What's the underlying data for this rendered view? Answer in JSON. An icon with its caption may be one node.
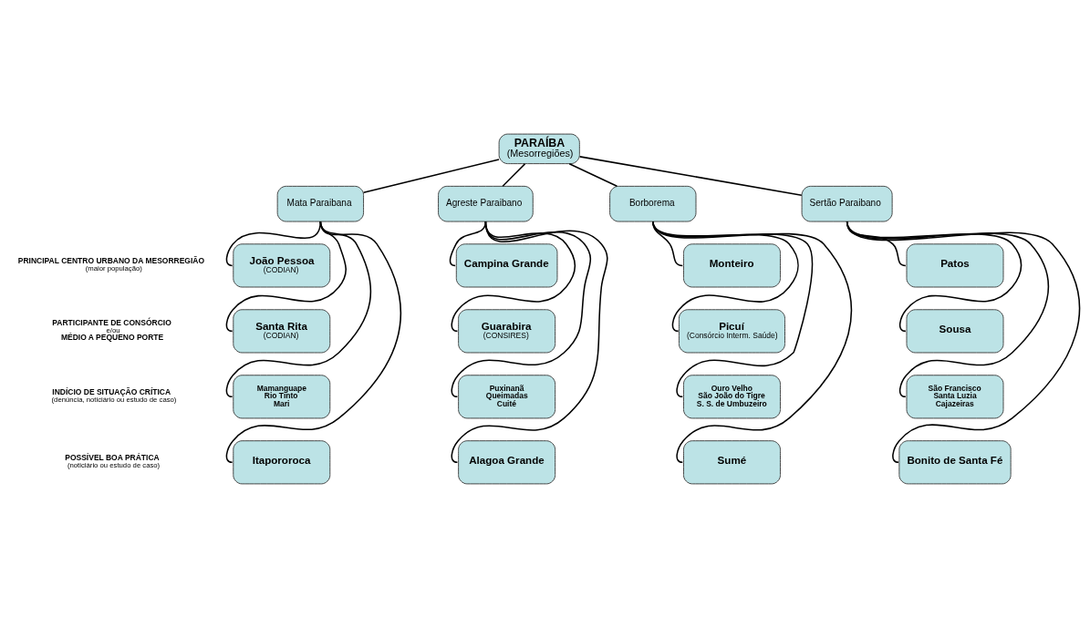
{
  "diagram": {
    "nodes": [
      {
        "text": [
          "PARAÍBA",
          "(Mesorregiões)"
        ]
      },
      {
        "text": [
          "Mata Paraibana"
        ]
      },
      {
        "text": [
          "Agreste Paraibano"
        ]
      },
      {
        "text": [
          "Borborema"
        ]
      },
      {
        "text": [
          "Sertão Paraibano"
        ]
      },
      {
        "text": [
          "João Pessoa",
          "(CODIAN)"
        ]
      },
      {
        "text": [
          "Santa Rita",
          "(CODIAN)"
        ]
      },
      {
        "text": [
          "Mamanguape",
          "Rio Tinto",
          "Mari"
        ]
      },
      {
        "text": [
          "Itapororoca"
        ]
      },
      {
        "text": [
          "Campina Grande"
        ]
      },
      {
        "text": [
          "Guarabira",
          "(CONSIRES)"
        ]
      },
      {
        "text": [
          "Puxinanã",
          "Queimadas",
          "Cuité"
        ]
      },
      {
        "text": [
          "Alagoa Grande"
        ]
      },
      {
        "text": [
          "Monteiro"
        ]
      },
      {
        "text": [
          "Picuí",
          "(Consórcio Interm. Saúde)"
        ]
      },
      {
        "text": [
          "Ouro Velho",
          "São João do Tigre",
          "S. S. de Umbuzeiro"
        ]
      },
      {
        "text": [
          "Sumé"
        ]
      },
      {
        "text": [
          "Patos"
        ]
      },
      {
        "text": [
          "Sousa"
        ]
      },
      {
        "text": [
          "São Francisco",
          "Santa Luzia",
          "Cajazeiras"
        ]
      },
      {
        "text": [
          "Bonito de Santa Fé"
        ]
      }
    ],
    "edges": [
      {
        "from": 0,
        "to": 1,
        "arrow": "none"
      },
      {
        "from": 0,
        "to": 2,
        "arrow": "none"
      },
      {
        "from": 0,
        "to": 3,
        "arrow": "none"
      },
      {
        "from": 0,
        "to": 4,
        "arrow": "none"
      },
      {
        "from": 1,
        "to": 5,
        "arrow": "none"
      },
      {
        "from": 1,
        "to": 6,
        "arrow": "none"
      },
      {
        "from": 1,
        "to": 7,
        "arrow": "none"
      },
      {
        "from": 1,
        "to": 8,
        "arrow": "none"
      },
      {
        "from": 2,
        "to": 9,
        "arrow": "none"
      },
      {
        "from": 2,
        "to": 10,
        "arrow": "none"
      },
      {
        "from": 2,
        "to": 11,
        "arrow": "none"
      },
      {
        "from": 2,
        "to": 12,
        "arrow": "none"
      },
      {
        "from": 3,
        "to": 13,
        "arrow": "none"
      },
      {
        "from": 3,
        "to": 14,
        "arrow": "none"
      },
      {
        "from": 3,
        "to": 15,
        "arrow": "none"
      },
      {
        "from": 3,
        "to": 16,
        "arrow": "none"
      },
      {
        "from": 4,
        "to": 17,
        "arrow": "none"
      },
      {
        "from": 4,
        "to": 18,
        "arrow": "none"
      },
      {
        "from": 4,
        "to": 19,
        "arrow": "none"
      },
      {
        "from": 4,
        "to": 20,
        "arrow": "none"
      }
    ],
    "labels": [
      "PRINCIPAL CENTRO URBANO DA MESORREGIÃO",
      "(maior população)",
      "PARTICIPANTE DE CONSÓRCIO",
      "e/ou",
      "MÉDIO A PEQUENO PORTE",
      "INDÍCIO DE SITUAÇÃO CRÍTICA",
      "(denúncia, noticiário ou estudo de caso)",
      "POSSÍVEL BOA PRÁTICA",
      "(noticiário ou estudo de caso)"
    ]
  }
}
